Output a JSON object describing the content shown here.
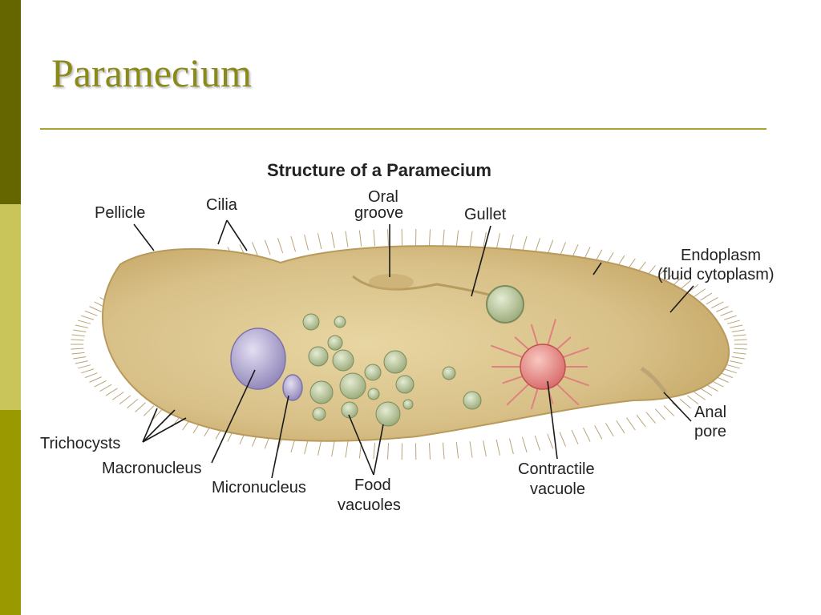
{
  "slide": {
    "title": "Paramecium"
  },
  "diagram": {
    "title": "Structure of a Paramecium",
    "labels": {
      "pellicle": "Pellicle",
      "cilia": "Cilia",
      "oral_groove_1": "Oral",
      "oral_groove_2": "groove",
      "gullet": "Gullet",
      "endoplasm_1": "Endoplasm",
      "endoplasm_2": "(fluid cytoplasm)",
      "anal_pore_1": "Anal",
      "anal_pore_2": "pore",
      "trichocysts": "Trichocysts",
      "macronucleus": "Macronucleus",
      "micronucleus": "Micronucleus",
      "food_vacuoles_1": "Food",
      "food_vacuoles_2": "vacuoles",
      "contractile_vacuole_1": "Contractile",
      "contractile_vacuole_2": "vacuole"
    }
  },
  "colors": {
    "side_bar_dark": "#666600",
    "side_bar_light": "#c9c55a",
    "side_bar_mid": "#9a9a00",
    "title": "#8a8a1a",
    "cell_body": "#d9c28a",
    "macronucleus": "#a89cc8",
    "contractile_vacuole": "#e07a7a",
    "food_vacuole": "#a8b88a"
  }
}
